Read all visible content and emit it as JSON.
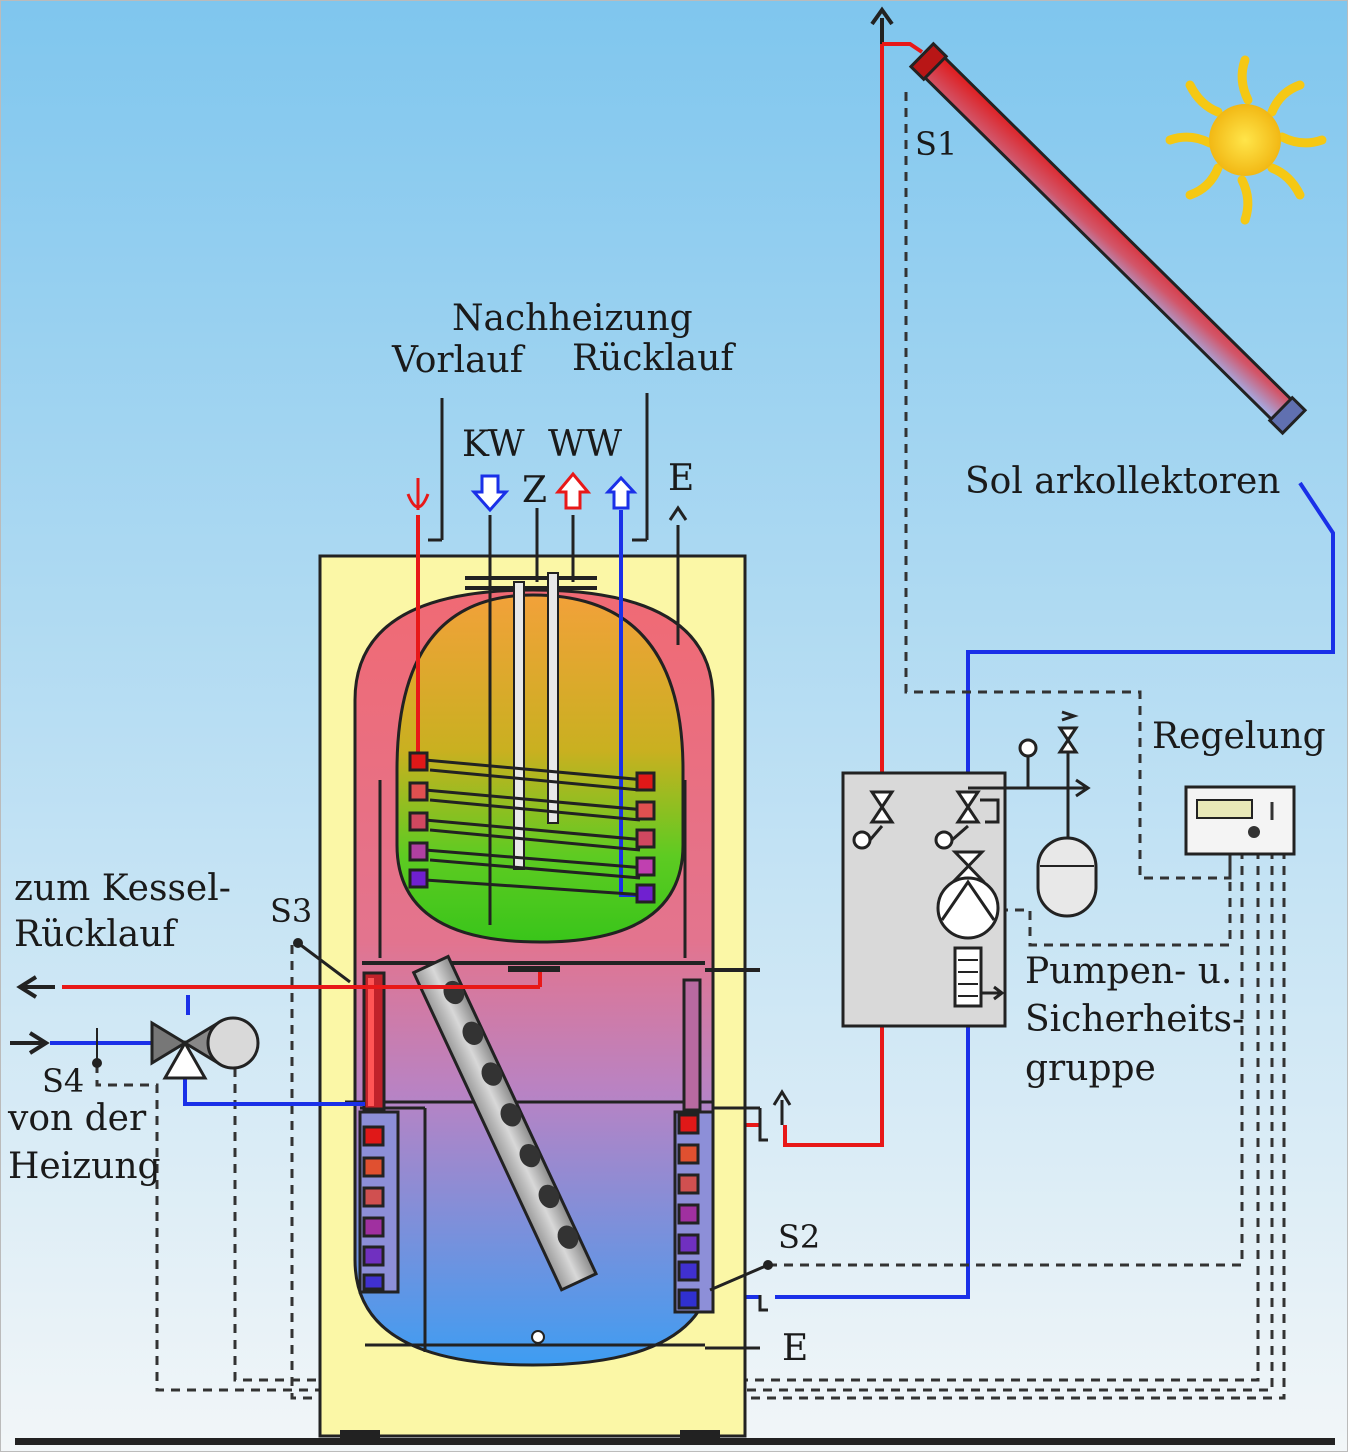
{
  "labels": {
    "nachheizung": "Nachheizung",
    "vorlauf": "Vorlauf",
    "ruecklauf": "Rücklauf",
    "kw": "KW",
    "z": "Z",
    "ww": "WW",
    "e_top": "E",
    "e_bottom": "E",
    "s1": "S1",
    "s2": "S2",
    "s3": "S3",
    "s4": "S4",
    "solarkollektoren": "Sol arkollektoren",
    "regelung": "Regelung",
    "pumpen_1": "Pumpen- u.",
    "pumpen_2": "Sicherheits-",
    "pumpen_3": "gruppe",
    "kessel_1": "zum Kessel-",
    "kessel_2": "Rücklauf",
    "heizung_1": "von der",
    "heizung_2": "Heizung"
  },
  "colors": {
    "sky_top": "#7fc6ee",
    "sky_bottom": "#f2f6f8",
    "housing": "#fbf7a8",
    "tank_hot": "#f0707e",
    "tank_cold": "#3f9bf0",
    "hot_pipe": "#f02020",
    "cold_pipe": "#1a2ee8",
    "preheat_green": "#34c21e",
    "sun": "#f7d21a"
  }
}
